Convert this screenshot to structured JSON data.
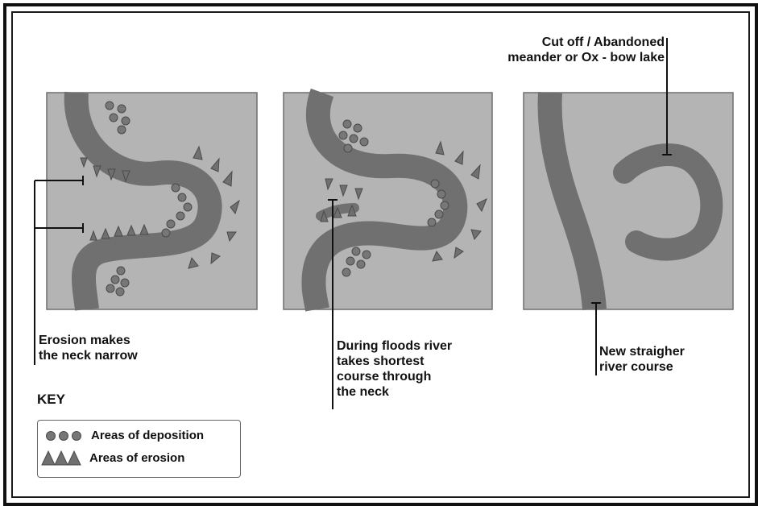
{
  "labels": {
    "erosion_neck": [
      "Erosion makes",
      "the neck narrow"
    ],
    "floods": [
      "During floods river",
      "takes shortest",
      "course through",
      "the neck"
    ],
    "new_course": [
      "New straigher",
      "river course"
    ],
    "cutoff": [
      "Cut off / Abandoned",
      "meander or Ox - bow lake"
    ]
  },
  "key": {
    "title": "KEY",
    "deposition": "Areas of deposition",
    "erosion": "Areas of erosion"
  },
  "colors": {
    "panel": "#b4b4b4",
    "river": "#707070",
    "marker": "#737373",
    "line": "#111111"
  }
}
